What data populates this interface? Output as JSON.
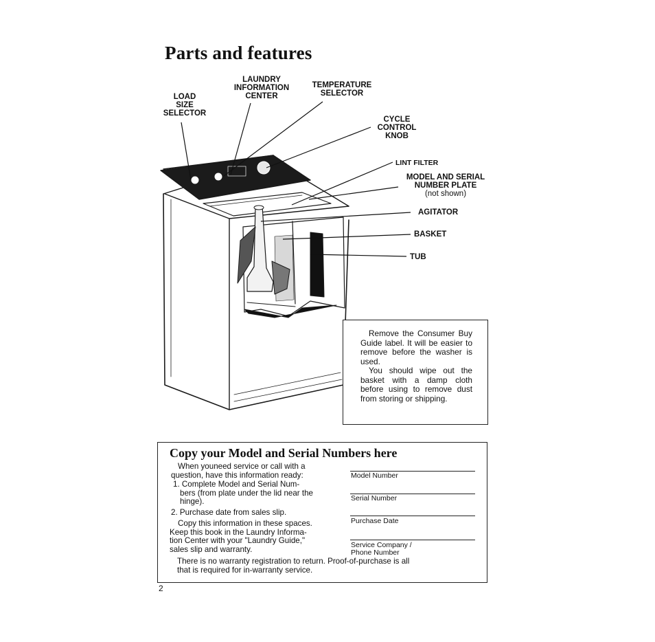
{
  "page": {
    "title": "Parts and features",
    "page_number": "2"
  },
  "labels": {
    "load_size": [
      "LOAD",
      "SIZE",
      "SELECTOR"
    ],
    "laundry_info": [
      "LAUNDRY",
      "INFORMATION",
      "CENTER"
    ],
    "temperature": [
      "TEMPERATURE",
      "SELECTOR"
    ],
    "cycle_control": [
      "CYCLE",
      "CONTROL",
      "KNOB"
    ],
    "lint_filter": "LINT FILTER",
    "model_serial": [
      "MODEL AND SERIAL",
      "NUMBER PLATE",
      "(not shown)"
    ],
    "agitator": "AGITATOR",
    "basket": "BASKET",
    "tub": "TUB"
  },
  "notice": {
    "para1": "Remove the Consumer Buy Guide label. It will be easier to remove before the washer is used.",
    "para2": "You should wipe out the basket with a damp cloth before using to remove dust from storing or shipping."
  },
  "copy_section": {
    "title": "Copy your Model and Serial Numbers here",
    "intro": [
      "When youneed service or call with a",
      "question, have this information ready:"
    ],
    "step1": [
      "1. Complete Model and Serial Num-",
      "bers (from plate under the lid near the",
      "hinge)."
    ],
    "step2": "2. Purchase date from sales slip.",
    "copy_note": [
      "Copy this information in these spaces.",
      "Keep this book in the Laundry Informa-",
      "tion Center with your \"Laundry Guide,\"",
      "sales slip and warranty."
    ],
    "footer": [
      "There is no warranty registration to return. Proof-of-purchase is all",
      "that is required for in-warranty service."
    ],
    "fields": [
      "Model Number",
      "Serial Number",
      "Purchase Date",
      "Service Company / Phone Number"
    ]
  }
}
